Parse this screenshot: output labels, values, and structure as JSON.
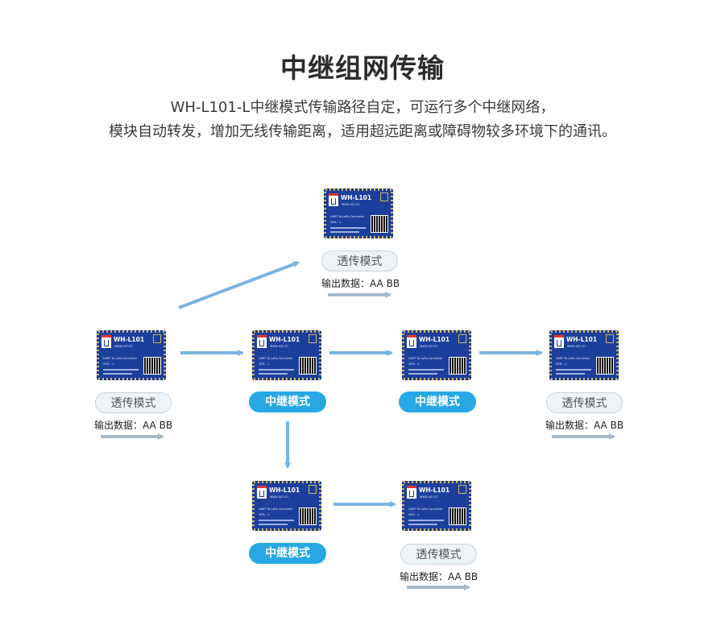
{
  "header": {
    "title": "中继组网传输",
    "subtitle_line1": "WH-L101-L中继模式传输路径自定，可运行多个中继网络，",
    "subtitle_line2": "模块自动转发，增加无线传输距离，适用超远距离或障碍物较多环境下的通讯。"
  },
  "module": {
    "name": "WH-L101",
    "url": "www.usr.cn",
    "line1": "UART To LoRa Converter",
    "line2": "VER.: -L"
  },
  "nodes": [
    {
      "id": "top",
      "mode": "透传模式",
      "output_label": "输出数据：",
      "output_value": "AA BB"
    },
    {
      "id": "left",
      "mode": "透传模式",
      "output_label": "输出数据：",
      "output_value": "AA BB"
    },
    {
      "id": "relay1",
      "mode": "中继模式"
    },
    {
      "id": "relay2",
      "mode": "中继模式"
    },
    {
      "id": "right",
      "mode": "透传模式",
      "output_label": "输出数据：",
      "output_value": "AA BB"
    },
    {
      "id": "relay3",
      "mode": "中继模式"
    },
    {
      "id": "bottom",
      "mode": "透传模式",
      "output_label": "输出数据：",
      "output_value": "AA BB"
    }
  ],
  "colors": {
    "arrow": "#7ab4e0",
    "output_arrow": "#a9b8c6",
    "relay_pill": "#27a8e4",
    "module": "#1d3f9c"
  }
}
